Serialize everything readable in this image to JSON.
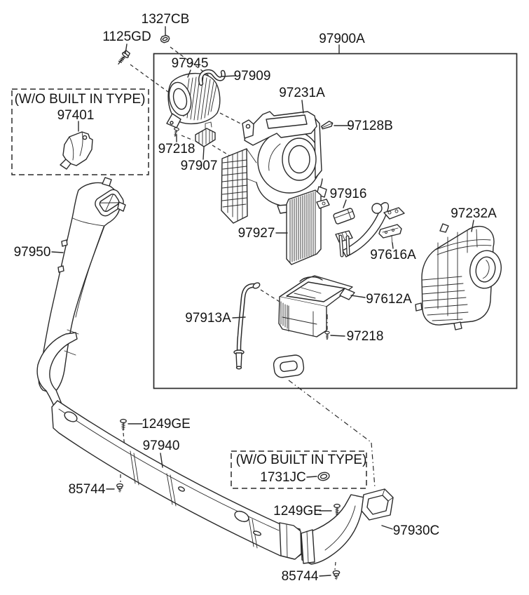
{
  "page": {
    "background": "#ffffff"
  },
  "colors": {
    "line": "#2a2a2a",
    "text": "#141414",
    "background": "#ffffff"
  },
  "icons": {
    "screw": "screw-icon",
    "bolt": "bolt-icon",
    "nut": "nut-icon",
    "grommet": "grommet-icon",
    "clip": "clip-icon"
  },
  "assembly": {
    "main_label": "97900A",
    "option_note": "(W/O BUILT IN TYPE)"
  },
  "labels": {
    "p1327CB": "1327CB",
    "p1125GD": "1125GD",
    "p97900A": "97900A",
    "p97945": "97945",
    "p97909": "97909",
    "p97231A": "97231A",
    "p97128B": "97128B",
    "p97218_top": "97218",
    "p97907": "97907",
    "wo_built_in_1": "(W/O BUILT IN TYPE)",
    "p97401": "97401",
    "p97916": "97916",
    "p97927": "97927",
    "p97232A": "97232A",
    "p97616A": "97616A",
    "p97950": "97950",
    "p97612A": "97612A",
    "p97218_bottom": "97218",
    "p97913A": "97913A",
    "p1249GE_1": "1249GE",
    "p97940": "97940",
    "p85744_1": "85744",
    "wo_built_in_2": "(W/O BUILT IN TYPE)",
    "p1731JC": "1731JC",
    "p1249GE_2": "1249GE",
    "p97930C": "97930C",
    "p85744_2": "85744"
  }
}
